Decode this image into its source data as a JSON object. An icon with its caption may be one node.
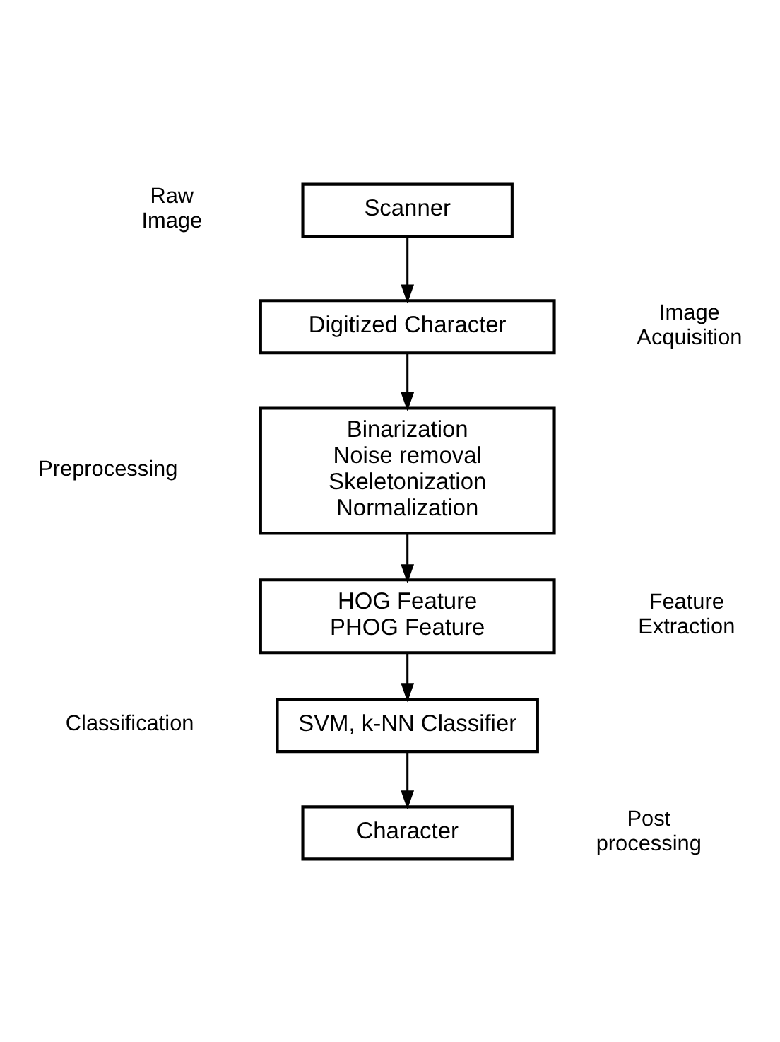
{
  "diagram": {
    "nodes": [
      {
        "text": [
          "Scanner"
        ]
      },
      {
        "text": [
          "Digitized Character"
        ]
      },
      {
        "text": [
          "Binarization",
          "Noise removal",
          "Skeletonization",
          "Normalization"
        ]
      },
      {
        "text": [
          "HOG Feature",
          "PHOG Feature"
        ]
      },
      {
        "text": [
          "SVM, k-NN Classifier"
        ]
      },
      {
        "text": [
          "Character"
        ]
      }
    ],
    "edges": [
      {
        "from": 0,
        "to": 1,
        "arrow": "to"
      },
      {
        "from": 1,
        "to": 2,
        "arrow": "to"
      },
      {
        "from": 2,
        "to": 3,
        "arrow": "to"
      },
      {
        "from": 3,
        "to": 4,
        "arrow": "to"
      },
      {
        "from": 4,
        "to": 5,
        "arrow": "to"
      }
    ],
    "labels": [
      "Raw Image",
      "Image Acquisition",
      "Preprocessing",
      "Feature Extraction",
      "Classification",
      "Post processing"
    ]
  }
}
